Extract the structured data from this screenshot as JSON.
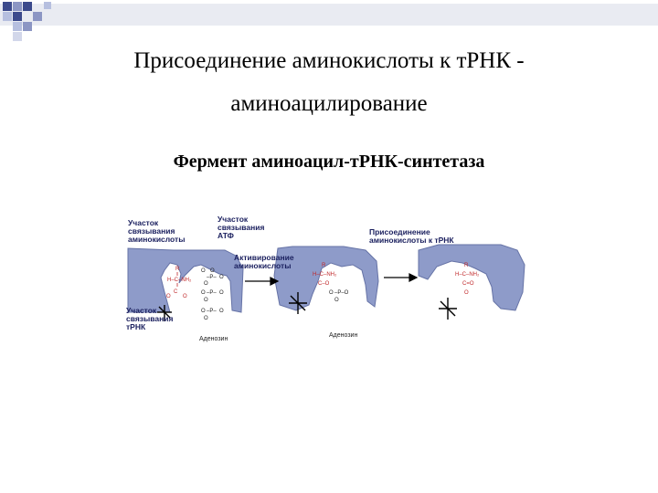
{
  "slide": {
    "title_line1": "Присоединение аминокислоты к тРНК -",
    "title_line2": "аминоацилирование",
    "subtitle": "Фермент аминоацил-тРНК-синтетаза"
  },
  "figure": {
    "label_aa_site_l1": "Участок",
    "label_aa_site_l2": "связывания",
    "label_aa_site_l3": "аминокислоты",
    "label_atp_site_l1": "Участок",
    "label_atp_site_l2": "связывания",
    "label_atp_site_l3": "АТФ",
    "label_activation_l1": "Активирование",
    "label_activation_l2": "аминокислоты",
    "label_trna_site_l1": "Участок",
    "label_trna_site_l2": "связывания",
    "label_trna_site_l3": "тРНК",
    "label_attach_l1": "Присоединение",
    "label_attach_l2": "аминокислоты к тРНК",
    "adenosine_1": "Аденозин",
    "adenosine_2": "Аденозин",
    "colors": {
      "enzyme_fill": "#8e9bc9",
      "enzyme_dark": "#6673a6",
      "label_text": "#1a1f5e",
      "molecule": "#c0282a"
    }
  }
}
